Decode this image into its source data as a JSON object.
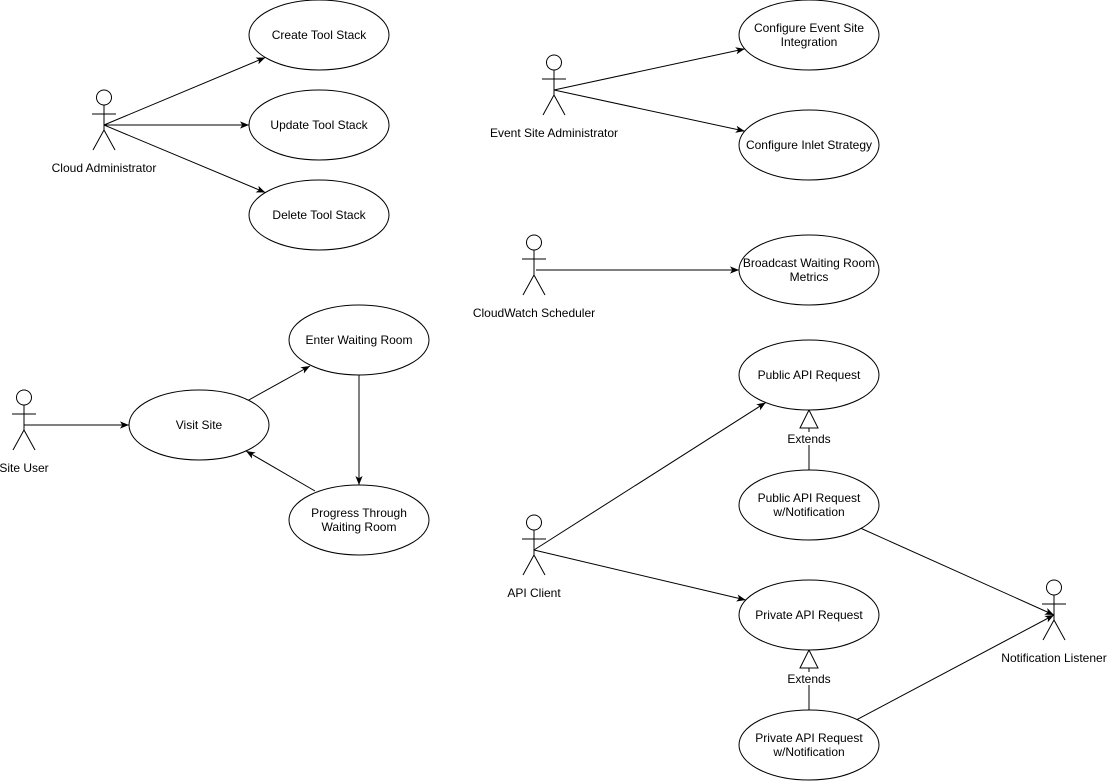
{
  "actors": [
    {
      "id": "cloud-admin",
      "label": "Cloud Administrator"
    },
    {
      "id": "event-site-admin",
      "label": "Event Site Administrator"
    },
    {
      "id": "cloudwatch-scheduler",
      "label": "CloudWatch Scheduler"
    },
    {
      "id": "site-user",
      "label": "Site User"
    },
    {
      "id": "api-client",
      "label": "API Client"
    },
    {
      "id": "notification-listener",
      "label": "Notification Listener"
    }
  ],
  "use_cases": [
    {
      "id": "create-tool-stack",
      "lines": [
        "Create Tool Stack"
      ]
    },
    {
      "id": "update-tool-stack",
      "lines": [
        "Update Tool Stack"
      ]
    },
    {
      "id": "delete-tool-stack",
      "lines": [
        "Delete Tool Stack"
      ]
    },
    {
      "id": "configure-event-site-integration",
      "lines": [
        "Configure Event Site",
        "Integration"
      ]
    },
    {
      "id": "configure-inlet-strategy",
      "lines": [
        "Configure Inlet Strategy"
      ]
    },
    {
      "id": "broadcast-waiting-room-metrics",
      "lines": [
        "Broadcast Waiting Room",
        "Metrics"
      ]
    },
    {
      "id": "enter-waiting-room",
      "lines": [
        "Enter Waiting Room"
      ]
    },
    {
      "id": "visit-site",
      "lines": [
        "Visit Site"
      ]
    },
    {
      "id": "progress-through-waiting-room",
      "lines": [
        "Progress Through",
        "Waiting Room"
      ]
    },
    {
      "id": "public-api-request",
      "lines": [
        "Public API Request"
      ]
    },
    {
      "id": "public-api-request-notification",
      "lines": [
        "Public API Request",
        "w/Notification"
      ]
    },
    {
      "id": "private-api-request",
      "lines": [
        "Private API Request"
      ]
    },
    {
      "id": "private-api-request-notification",
      "lines": [
        "Private API Request",
        "w/Notification"
      ]
    }
  ],
  "relationships": [
    {
      "from": "cloud-admin",
      "to": "create-tool-stack",
      "type": "association"
    },
    {
      "from": "cloud-admin",
      "to": "update-tool-stack",
      "type": "association"
    },
    {
      "from": "cloud-admin",
      "to": "delete-tool-stack",
      "type": "association"
    },
    {
      "from": "event-site-admin",
      "to": "configure-event-site-integration",
      "type": "association"
    },
    {
      "from": "event-site-admin",
      "to": "configure-inlet-strategy",
      "type": "association"
    },
    {
      "from": "cloudwatch-scheduler",
      "to": "broadcast-waiting-room-metrics",
      "type": "association"
    },
    {
      "from": "site-user",
      "to": "visit-site",
      "type": "association"
    },
    {
      "from": "visit-site",
      "to": "enter-waiting-room",
      "type": "association"
    },
    {
      "from": "enter-waiting-room",
      "to": "progress-through-waiting-room",
      "type": "association"
    },
    {
      "from": "progress-through-waiting-room",
      "to": "visit-site",
      "type": "association"
    },
    {
      "from": "api-client",
      "to": "public-api-request",
      "type": "association"
    },
    {
      "from": "api-client",
      "to": "private-api-request",
      "type": "association"
    },
    {
      "from": "public-api-request-notification",
      "to": "notification-listener",
      "type": "association"
    },
    {
      "from": "private-api-request-notification",
      "to": "notification-listener",
      "type": "association"
    },
    {
      "from": "public-api-request-notification",
      "to": "public-api-request",
      "type": "extends",
      "label": "Extends"
    },
    {
      "from": "private-api-request-notification",
      "to": "private-api-request",
      "type": "extends",
      "label": "Extends"
    }
  ]
}
